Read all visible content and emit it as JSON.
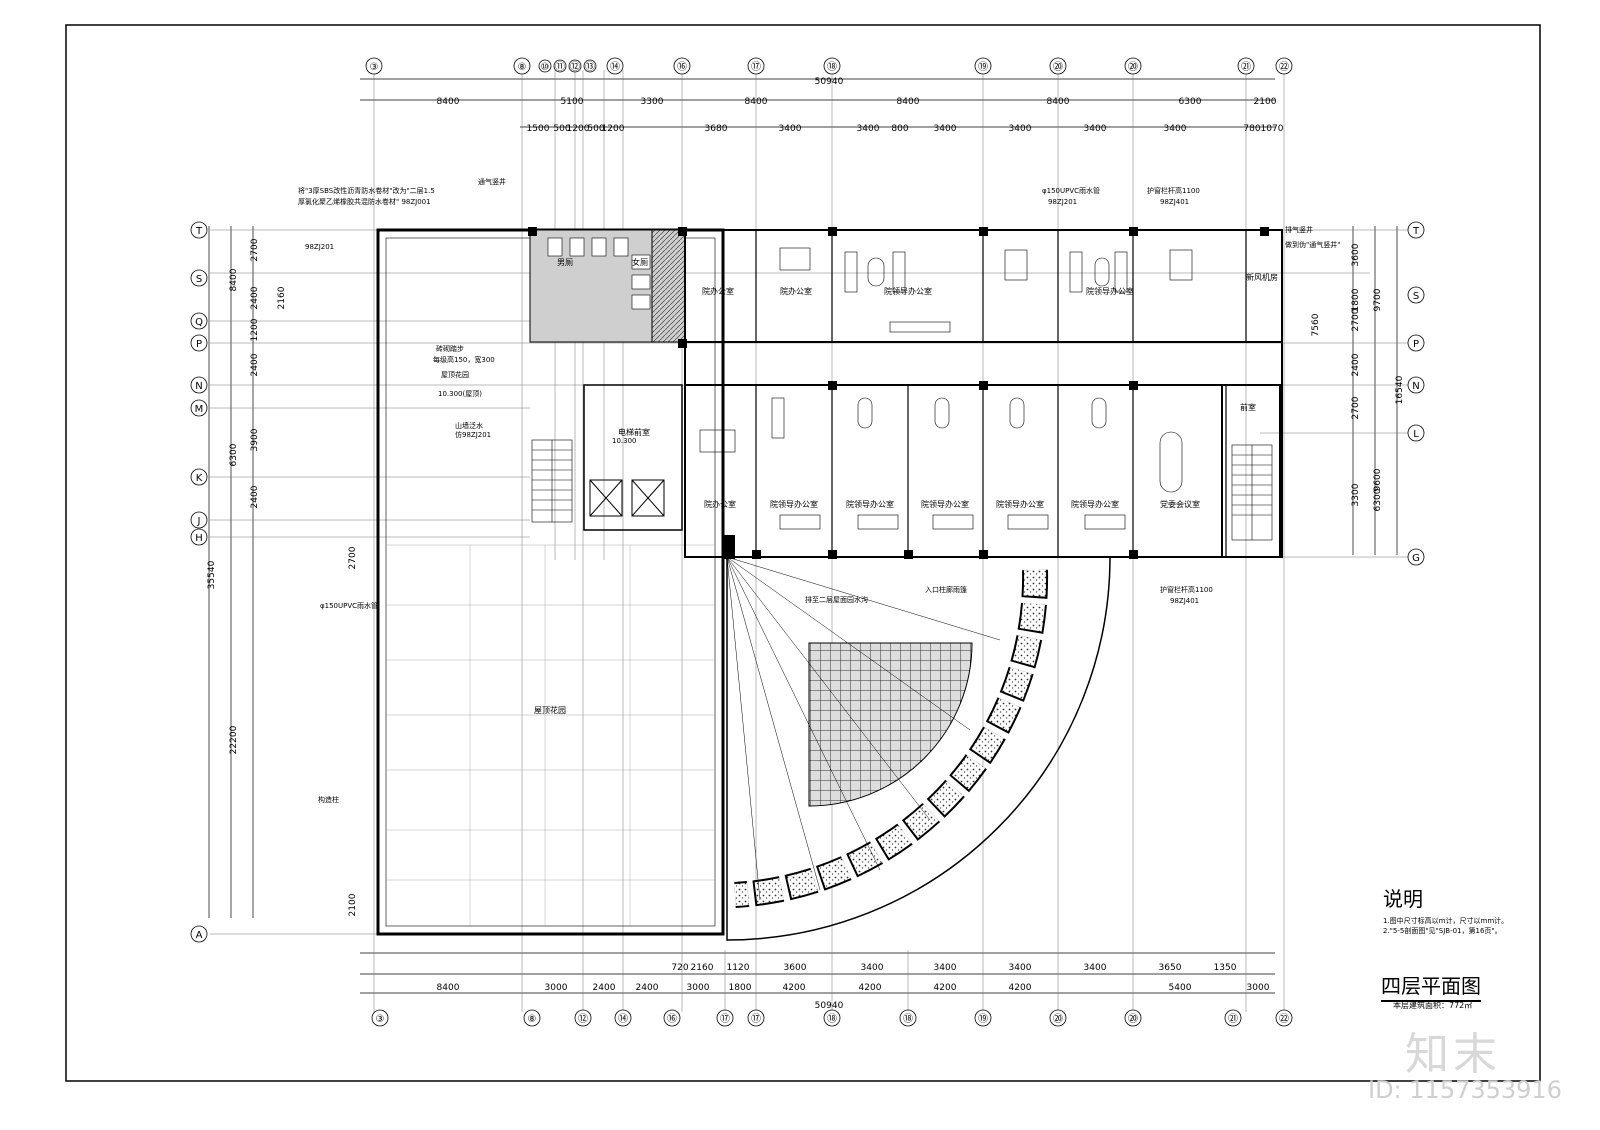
{
  "top_axes": [
    "③",
    "⑧",
    "⑩",
    "⑪",
    "⑫",
    "⑬",
    "⑭",
    "⑯",
    "⑰",
    "⑱",
    "⑲",
    "⑳",
    "⑳",
    "㉑",
    "㉒"
  ],
  "bottom_axes": [
    "③",
    "⑧",
    "⑫",
    "⑭",
    "⑯",
    "⑰",
    "⑰",
    "⑱",
    "⑱",
    "⑲",
    "⑳",
    "⑳",
    "㉑",
    "㉒"
  ],
  "left_axes": [
    "T",
    "S",
    "Q",
    "P",
    "N",
    "M",
    "K",
    "J",
    "H",
    "A"
  ],
  "right_axes": [
    "T",
    "S",
    "P",
    "N",
    "L",
    "G"
  ],
  "dims": {
    "total_top": "50940",
    "total_bottom": "50940",
    "top_row": [
      "8400",
      "5100",
      "3300",
      "8400",
      "8400",
      "8400",
      "6300",
      "2100"
    ],
    "top_row2": [
      "1500",
      "500",
      "1200",
      "500",
      "1200",
      "3680",
      "3400",
      "3400",
      "800",
      "3400",
      "3400",
      "3400",
      "3400",
      "780",
      "1070"
    ],
    "bottom_row": [
      "8400",
      "3000",
      "2400",
      "2400",
      "3000",
      "1800",
      "4200",
      "4200",
      "4200",
      "4200",
      "5400",
      "3000"
    ],
    "bottom_row2": [
      "720",
      "2160",
      "1120",
      "3600",
      "3400",
      "3400",
      "3400",
      "3400",
      "3650",
      "1350"
    ],
    "left_total": "35540",
    "left_row": [
      "8400",
      "6300",
      "22200",
      "3900",
      "2400"
    ],
    "left_row2": [
      "2700",
      "2400",
      "2160",
      "1200",
      "2400",
      "3900",
      "2400",
      "2700",
      "2100"
    ],
    "right_total": "16540",
    "right_row": [
      "9700",
      "9600"
    ],
    "right_row2": [
      "3600",
      "1800",
      "2700",
      "7560",
      "2400",
      "2700",
      "3300",
      "6300"
    ]
  },
  "rooms": {
    "r1": "院办公室",
    "r2": "院办公室",
    "r3": "院领导办公室",
    "r4": "院领导办公室",
    "r5": "新风机房",
    "r6": "院办公室",
    "r7": "院领导办公室",
    "r8": "院领导办公室",
    "r9": "院领导办公室",
    "r10": "院领导办公室",
    "r11": "院领导办公室",
    "r12": "党委会议室",
    "r13": "前室",
    "r14": "电梯前室",
    "r15": "屋顶花园",
    "r16": "男厕",
    "r17": "女厕"
  },
  "notes": {
    "n1": "将\"3厚SBS改性沥青防水卷材\"改为\"二层1.5",
    "n2": "厚氯化聚乙烯橡胶共混防水卷材\" 98ZJ001",
    "n3": "通气竖井",
    "n4": "φ150UPVC雨水管",
    "n5": "98ZJ201",
    "n6": "护窗栏杆高1100",
    "n7": "98ZJ401",
    "n8": "排气竖井",
    "n9": "做到伪\"通气竖井\"",
    "n10": "砖砌踏步",
    "n11": "每级高150，宽300",
    "n12": "屋顶花园",
    "n13": "山墙泛水",
    "n14": "仿98ZJ201",
    "n15": "φ150UPVC雨水管",
    "n16": "构造柱",
    "n17": "入口柱廊雨篷",
    "n18": "排至二层屋面园水沟",
    "n19": "电梯前室",
    "n20": "10.300",
    "n21": "护窗栏杆高1100",
    "n22": "98ZJ401",
    "n23": "98ZJ201",
    "n24": "10.300(屋顶)"
  },
  "legend": {
    "title": "说明",
    "line1": "1.图中尺寸标高以m计，尺寸以mm计。",
    "line2": "2.\"5-5剖面图\"见\"SJB-01，第16页\"。"
  },
  "plan_title": "四层平面图",
  "plan_area": "本层建筑面积：772㎡",
  "watermark_brand": "知末",
  "watermark_id": "ID: 1157353916"
}
